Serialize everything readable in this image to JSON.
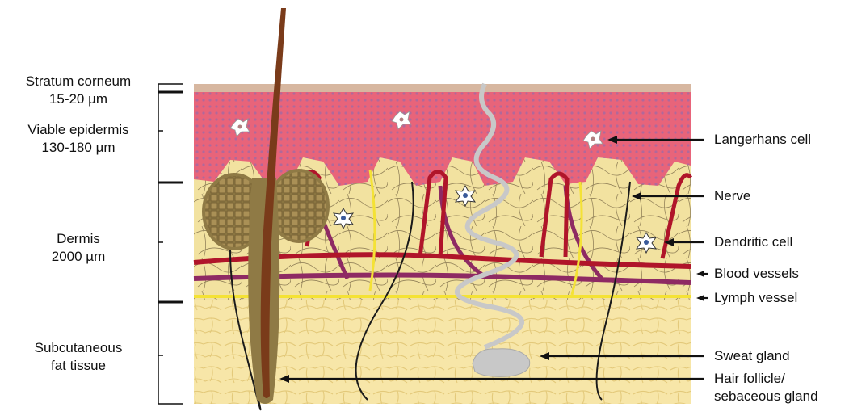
{
  "layers": {
    "stratum_corneum": {
      "name": "Stratum corneum",
      "thickness": "15-20 µm"
    },
    "viable_epidermis": {
      "name": "Viable epidermis",
      "thickness": "130-180 µm"
    },
    "dermis": {
      "name": "Dermis",
      "thickness": "2000 µm"
    },
    "subcutaneous": {
      "line1": "Subcutaneous",
      "line2": "fat tissue"
    }
  },
  "structures": {
    "langerhans_cell": "Langerhans cell",
    "nerve": "Nerve",
    "dendritic_cell": "Dendritic cell",
    "blood_vessels": "Blood vessels",
    "lymph_vessel": "Lymph vessel",
    "sweat_gland": "Sweat gland",
    "hair_follicle_line1": "Hair follicle/",
    "hair_follicle_line2": "sebaceous gland"
  },
  "colors": {
    "stratum_corneum": "#d7b7a0",
    "epidermis": "#e8647a",
    "dermis": "#f2e2a0",
    "fat": "#f7e6a8",
    "blood_vessel": "#b0152a",
    "lymph_vessel": "#8e2a63",
    "nerve_yellow": "#f4e235",
    "hair": "#7a3b1a",
    "sebaceous": "#8f7a45",
    "sweat": "#c8c8c8"
  }
}
